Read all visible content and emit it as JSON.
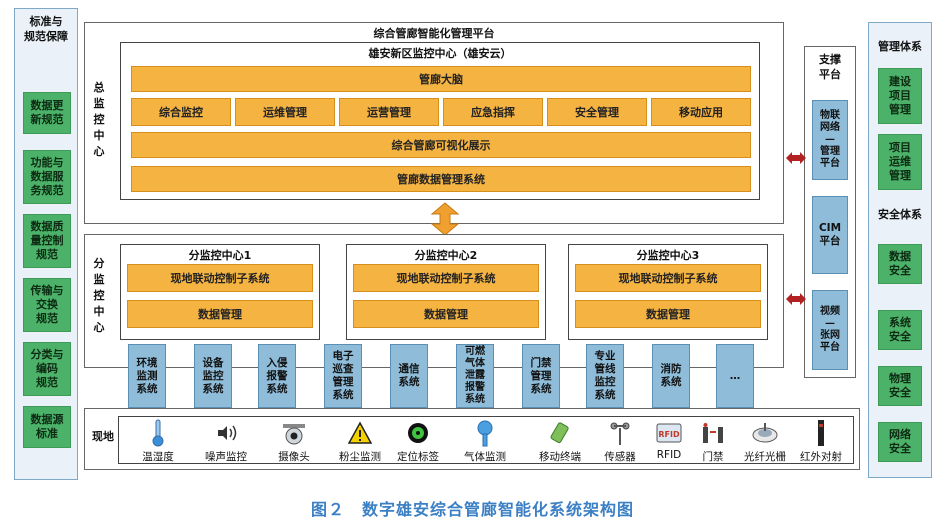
{
  "left_column": {
    "header": "标准与\n规范保障",
    "items": [
      "数据更\n新规范",
      "功能与\n数据服\n务规范",
      "数据质\n量控制\n规范",
      "传输与\n交换\n规范",
      "分类与\n编码\n规范",
      "数据源\n标准"
    ]
  },
  "platform": {
    "title": "综合管廊智能化管理平台",
    "master_label": "总\n监\n控\n中\n心",
    "xiongan_title": "雄安新区监控中心（雄安云）",
    "brain": "管廊大脑",
    "modules": [
      "综合监控",
      "运维管理",
      "运营管理",
      "应急指挥",
      "安全管理",
      "移动应用"
    ],
    "visualization": "综合管廊可视化展示",
    "data_system": "管廊数据管理系统"
  },
  "sub_centers": {
    "label": "分\n监\n控\n中\n心",
    "centers": [
      {
        "title": "分监控中心1",
        "control": "现地联动控制子系统",
        "data": "数据管理"
      },
      {
        "title": "分监控中心2",
        "control": "现地联动控制子系统",
        "data": "数据管理"
      },
      {
        "title": "分监控中心3",
        "control": "现地联动控制子系统",
        "data": "数据管理"
      }
    ]
  },
  "systems": [
    "环境\n监测\n系统",
    "设备\n监控\n系统",
    "入侵\n报警\n系统",
    "电子\n巡查\n管理\n系统",
    "通信\n系统",
    "可燃\n气体\n泄露\n报警\n系统",
    "门禁\n管理\n系统",
    "专业\n管线\n监控\n系统",
    "消防\n系统",
    "…"
  ],
  "field": {
    "label": "现地",
    "devices": [
      {
        "label": "温湿度",
        "icon": "thermometer-icon"
      },
      {
        "label": "噪声监控",
        "icon": "sound-icon"
      },
      {
        "label": "摄像头",
        "icon": "camera-icon"
      },
      {
        "label": "粉尘监测",
        "icon": "dust-warning-icon"
      },
      {
        "label": "定位标签",
        "icon": "location-tag-icon"
      },
      {
        "label": "气体监测",
        "icon": "gas-sensor-icon"
      },
      {
        "label": "移动终端",
        "icon": "mobile-terminal-icon"
      },
      {
        "label": "传感器",
        "icon": "sensor-icon"
      },
      {
        "label": "RFID",
        "icon": "rfid-icon"
      },
      {
        "label": "门禁",
        "icon": "access-gate-icon"
      },
      {
        "label": "光纤光栅",
        "icon": "fiber-grating-icon"
      },
      {
        "label": "红外对射",
        "icon": "infrared-beam-icon"
      }
    ]
  },
  "support": {
    "title": "支撑\n平台",
    "items": [
      "物联\n网络\n—\n管理\n平台",
      "CIM\n平台",
      "视频\n—\n张网\n平台"
    ]
  },
  "right_column": {
    "mgmt_header": "管理体系",
    "mgmt_items": [
      "建设\n项目\n管理",
      "项目\n运维\n管理"
    ],
    "security_header": "安全体系",
    "security_items": [
      "数据\n安全",
      "系统\n安全",
      "物理\n安全",
      "网络\n安全"
    ]
  },
  "caption": "图２　数字雄安综合管廊智能化系统架构图",
  "colors": {
    "green": "#4cb26a",
    "orange": "#f5b342",
    "blue": "#8fbcd8",
    "arrow_orange": "#f0a030",
    "arrow_red": "#b22222",
    "caption": "#3b7fc4"
  }
}
